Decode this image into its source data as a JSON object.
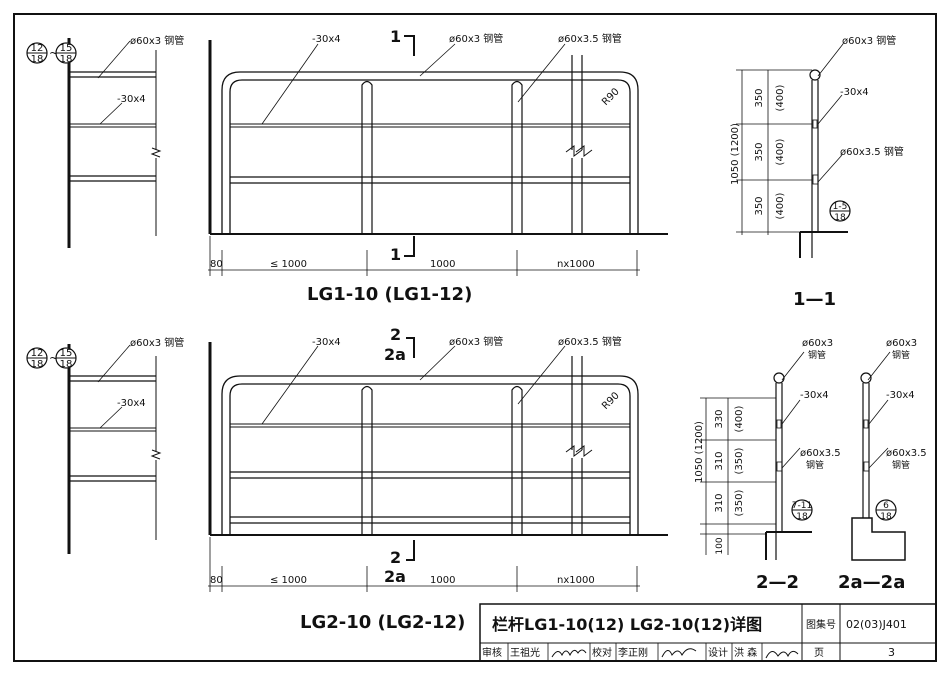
{
  "top": {
    "title": "LG1-10 (LG1-12)",
    "section_mark": "1",
    "elev_title": "1—1",
    "ref_a": {
      "top": "12",
      "bottom": "18"
    },
    "ref_b": {
      "top": "15",
      "bottom": "18"
    },
    "ref_side": {
      "top": "1-5",
      "bottom": "18"
    },
    "dims": {
      "d80": "80",
      "d1": "≤ 1000",
      "d2": "1000",
      "d3": "nx1000",
      "radius": "R90"
    },
    "vdims": {
      "total": "1050 (1200)",
      "seg1": "350",
      "seg1b": "(400)",
      "seg2": "350",
      "seg2b": "(400)",
      "seg3": "350",
      "seg3b": "(400)"
    }
  },
  "bottom": {
    "title": "LG2-10 (LG2-12)",
    "section_mark_a": "2",
    "section_mark_b": "2a",
    "elev_title_a": "2—2",
    "elev_title_b": "2a—2a",
    "ref_a": {
      "top": "12",
      "bottom": "18"
    },
    "ref_b": {
      "top": "15",
      "bottom": "18"
    },
    "ref_side_a": {
      "top": "7-11",
      "bottom": "18"
    },
    "ref_side_b": {
      "top": "6",
      "bottom": "18"
    },
    "dims": {
      "d80": "80",
      "d1": "≤ 1000",
      "d2": "1000",
      "d3": "nx1000",
      "radius": "R90"
    },
    "vdims": {
      "total": "1050 (1200)",
      "seg1": "330",
      "seg1b": "(400)",
      "seg2": "310",
      "seg2b": "(350)",
      "seg3": "310",
      "seg3b": "(350)",
      "base": "100"
    }
  },
  "labels": {
    "pipe60x3": "ø60x3 钢管",
    "pipe60x35": "ø60x3.5 钢管",
    "flat": "-30x4",
    "pipe60x3_a": "ø60x3",
    "pipe60x35_a": "ø60x3.5",
    "steel": "钢管"
  },
  "titleblock": {
    "title": "栏杆LG1-10(12) LG2-10(12)详图",
    "atlas_label": "图集号",
    "atlas_no": "02(03)J401",
    "review_label": "审核",
    "reviewer": "王祖光",
    "check_label": "校对",
    "checker": "李正刚",
    "design_label": "设计",
    "designer": "洪 森",
    "page_label": "页",
    "page_no": "3"
  }
}
